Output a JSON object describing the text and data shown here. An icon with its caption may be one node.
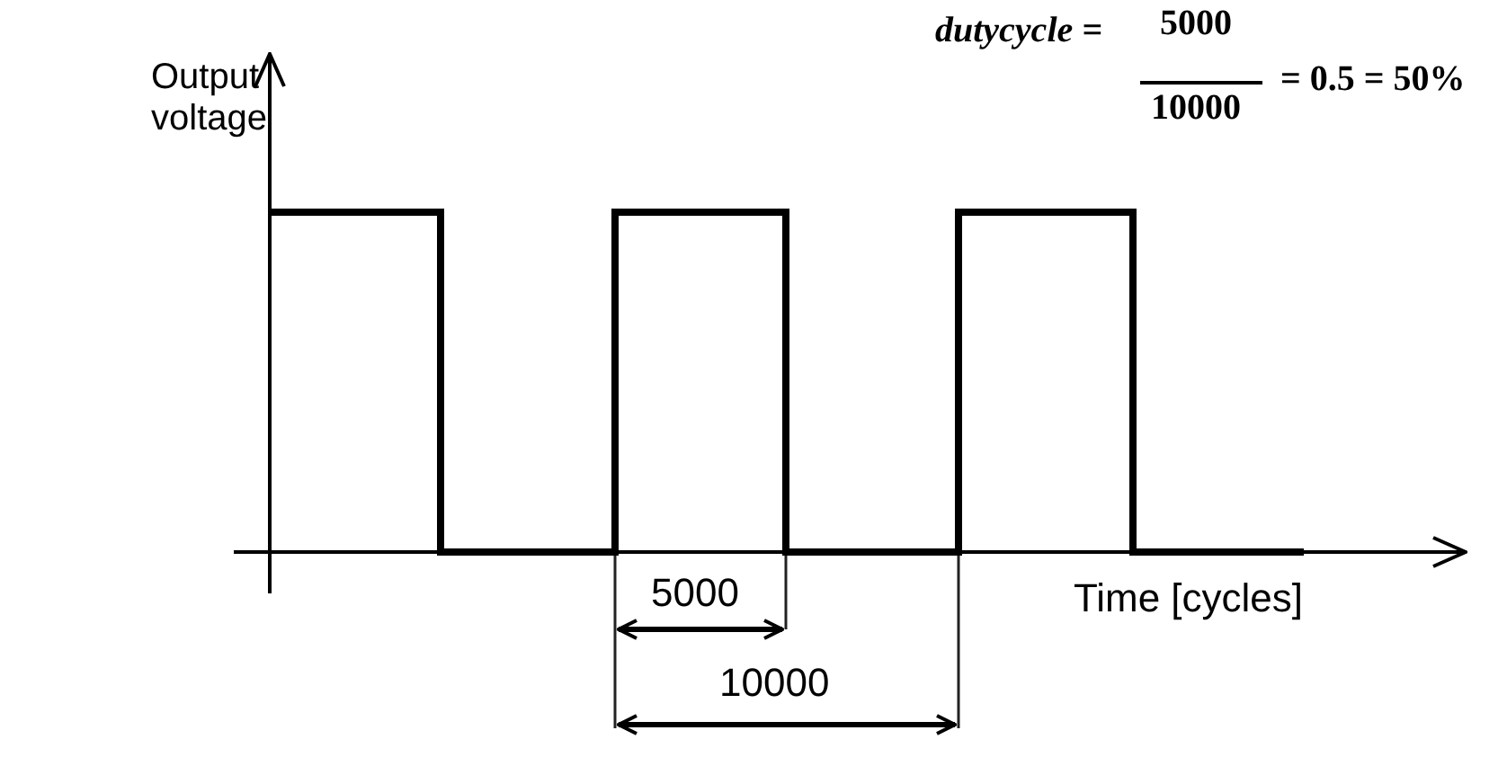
{
  "diagram": {
    "labels": [
      "Output voltage",
      "dutycycle =",
      "5000",
      "10000",
      "= 0.5 = 50%",
      "5000",
      "Time [cycles]",
      "10000"
    ]
  }
}
